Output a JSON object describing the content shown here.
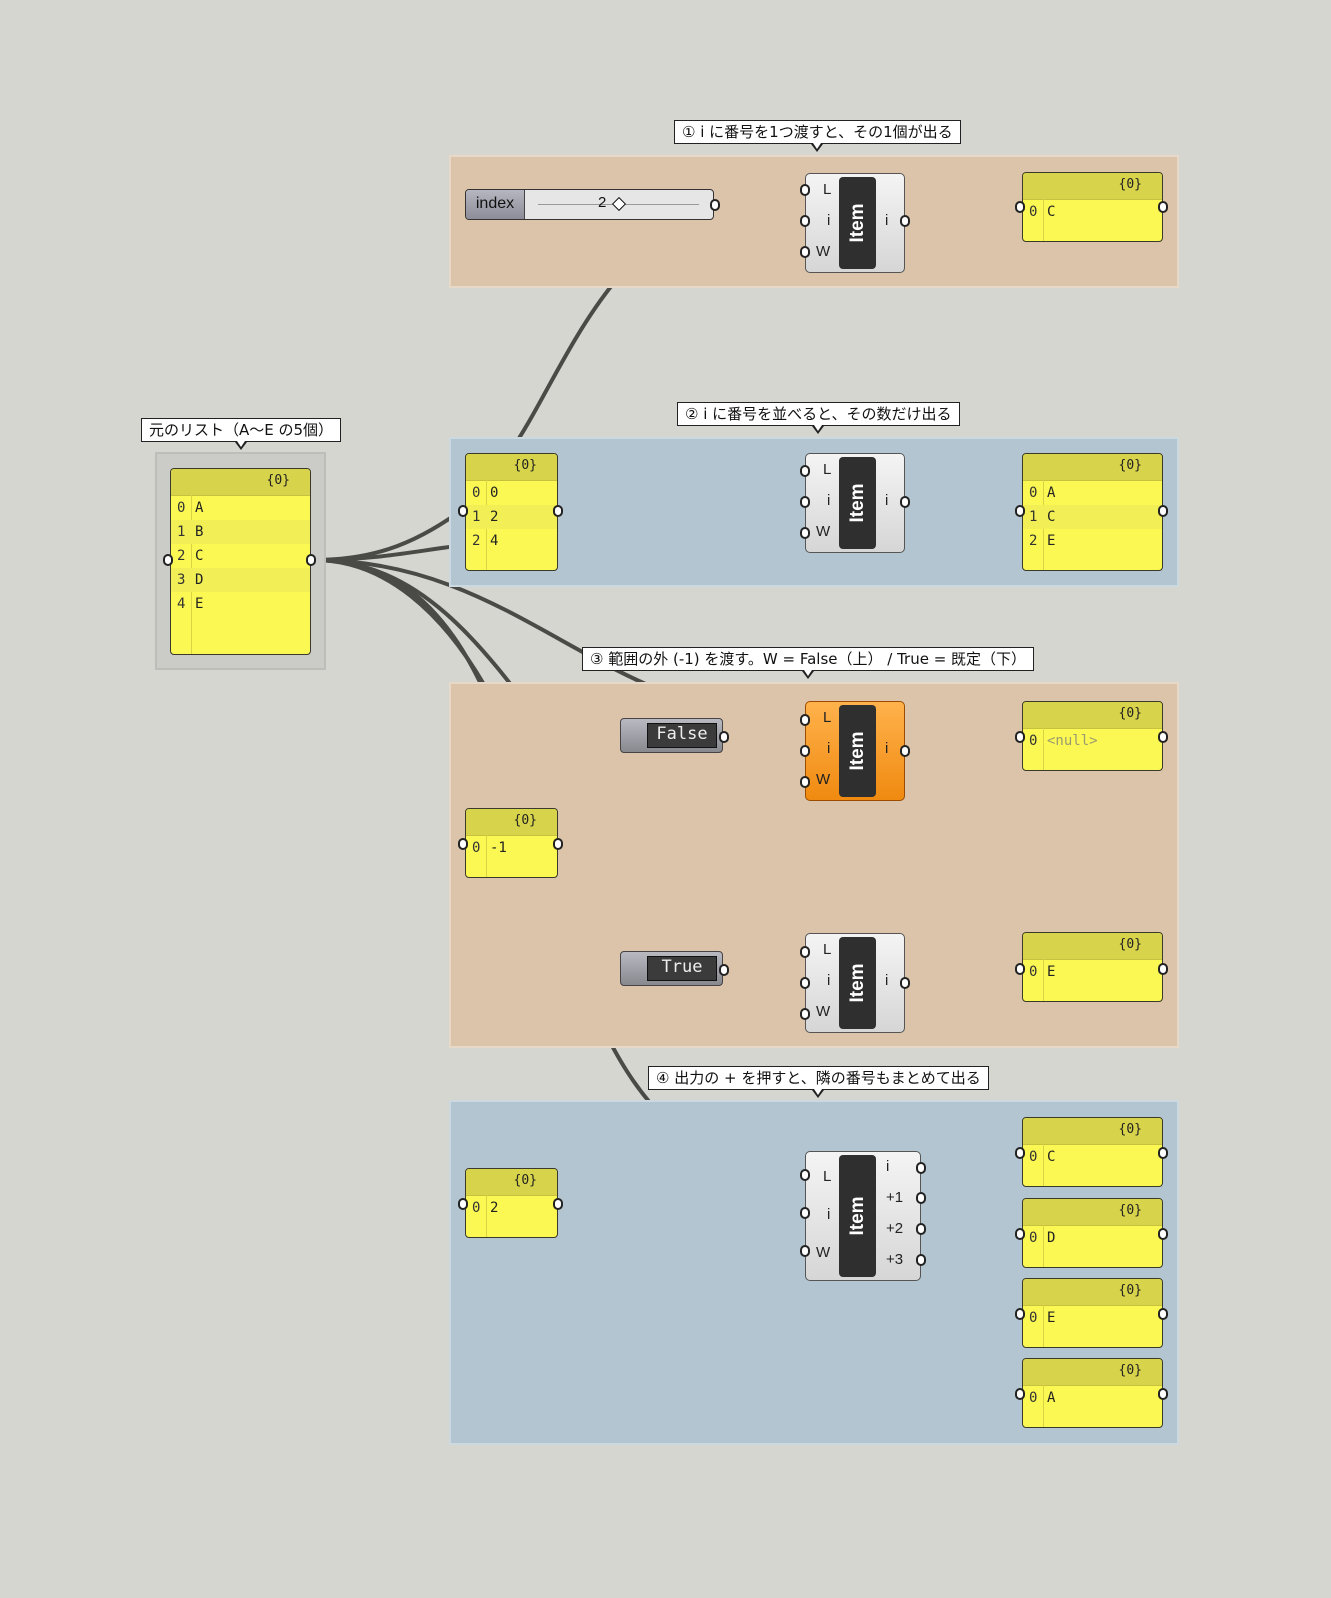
{
  "scribbles": {
    "g1": "① i に番号を1つ渡すと、その1個が出る",
    "g2": "② i に番号を並べると、その数だけ出る",
    "g3": "③ 範囲の外 (-1) を渡す。W = False（上） / True = 既定（下）",
    "g4": "④ 出力の + を押すと、隣の番号もまとめて出る",
    "source": "元のリスト（A～E の5個）"
  },
  "panel_header": "{0}",
  "source_list": {
    "rows": [
      [
        "0",
        "A"
      ],
      [
        "1",
        "B"
      ],
      [
        "2",
        "C"
      ],
      [
        "3",
        "D"
      ],
      [
        "4",
        "E"
      ]
    ]
  },
  "slider": {
    "name": "index",
    "value": "2"
  },
  "components": {
    "label": "Item",
    "input_L": "L",
    "input_i": "i",
    "input_W": "W",
    "output_i": "i",
    "output_p1": "+1",
    "output_p2": "+2",
    "output_p3": "+3"
  },
  "group1": {
    "output": [
      [
        "0",
        "C"
      ]
    ]
  },
  "group2": {
    "indices": [
      [
        "0",
        "0"
      ],
      [
        "1",
        "2"
      ],
      [
        "2",
        "4"
      ]
    ],
    "output": [
      [
        "0",
        "A"
      ],
      [
        "1",
        "C"
      ],
      [
        "2",
        "E"
      ]
    ]
  },
  "group3": {
    "index_panel": [
      [
        "0",
        "-1"
      ]
    ],
    "toggle_false": "False",
    "toggle_true": "True",
    "output_false": [
      [
        "0",
        "<null>"
      ]
    ],
    "output_true": [
      [
        "0",
        "E"
      ]
    ]
  },
  "group4": {
    "index_panel": [
      [
        "0",
        "2"
      ]
    ],
    "out_i": [
      [
        "0",
        "C"
      ]
    ],
    "out_p1": [
      [
        "0",
        "D"
      ]
    ],
    "out_p2": [
      [
        "0",
        "E"
      ]
    ],
    "out_p3": [
      [
        "0",
        "A"
      ]
    ]
  },
  "colors": {
    "panel_yellow": "#fbf853",
    "group_tan": "#dbc4a9",
    "group_blue": "#b3c5d1",
    "component_orange": "#f08a10",
    "wire": "#4a4a46"
  }
}
